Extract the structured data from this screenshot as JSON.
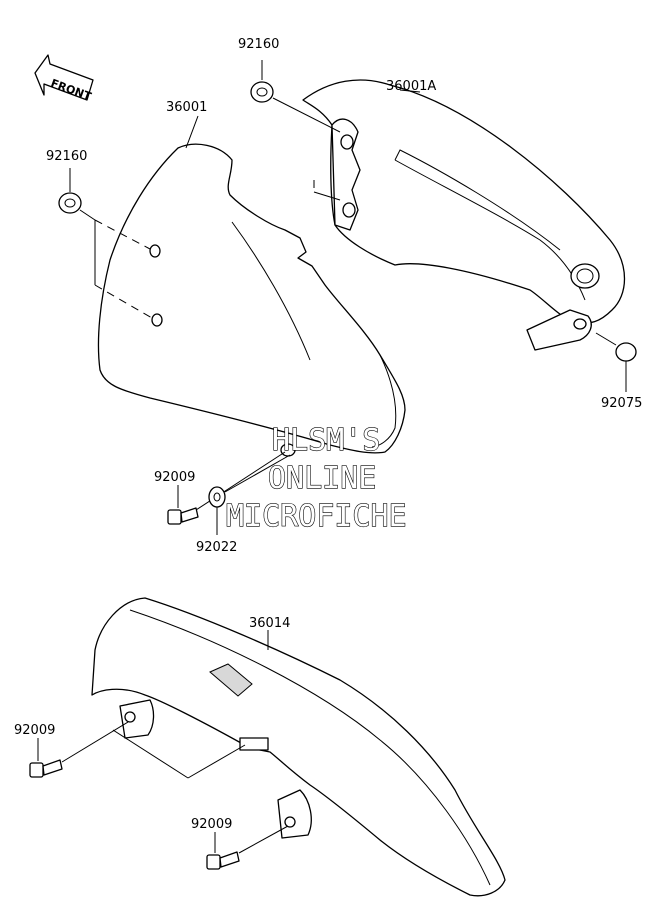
{
  "front_label": "FRONT",
  "watermark": {
    "line1": "HLSM'S",
    "line2": "ONLINE",
    "line3": "MICROFICHE"
  },
  "callouts": {
    "top_cover_left": "36001",
    "top_cover_right": "36001A",
    "grommet_left": "92160",
    "grommet_top": "92160",
    "collar_right": "92075",
    "bolt_upper": "92009",
    "washer": "92022",
    "chain_cover": "36014",
    "bolt_lower_left": "92009",
    "bolt_lower_mid": "92009"
  }
}
